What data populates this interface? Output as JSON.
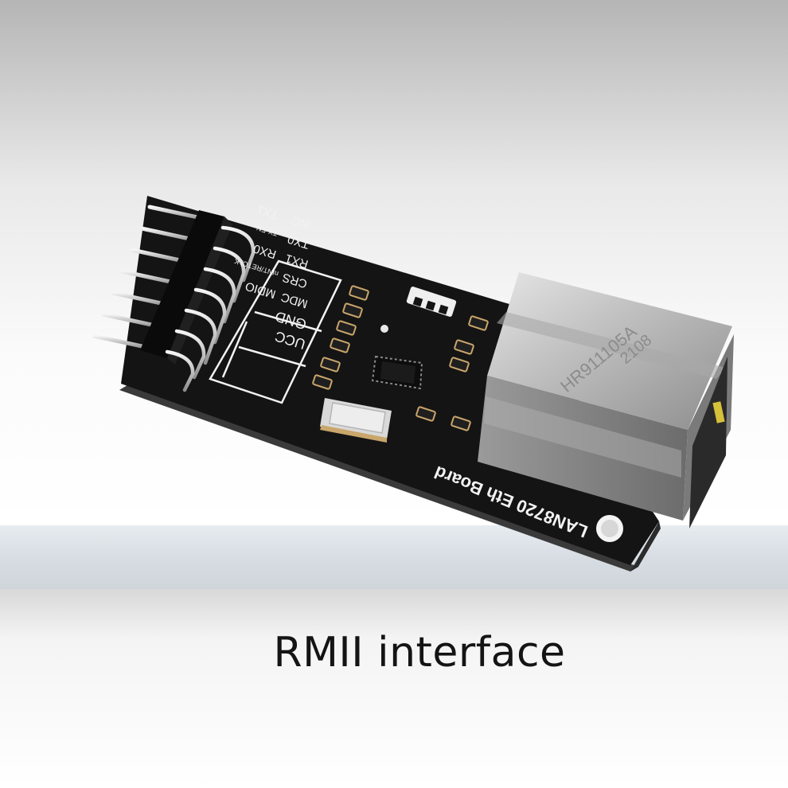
{
  "caption": "RMII interface",
  "board": {
    "name_label": "LAN8720 Eth Board",
    "pin_labels": [
      "UCC",
      "GND",
      "MDIO",
      "MDC",
      "nINT/RETCLK",
      "CRS",
      "RX0",
      "RX1",
      "TX-EN",
      "TX0",
      "TX1",
      "NC"
    ],
    "jack_marking_model": "HR911105A",
    "jack_marking_code": "2108"
  },
  "colors": {
    "pcb": "#141414",
    "silkscreen": "#f2f2f2",
    "jack_metal": "#b9b9b9",
    "backdrop_top": "#bdbdbd",
    "backdrop_band": "#dde3e8"
  }
}
